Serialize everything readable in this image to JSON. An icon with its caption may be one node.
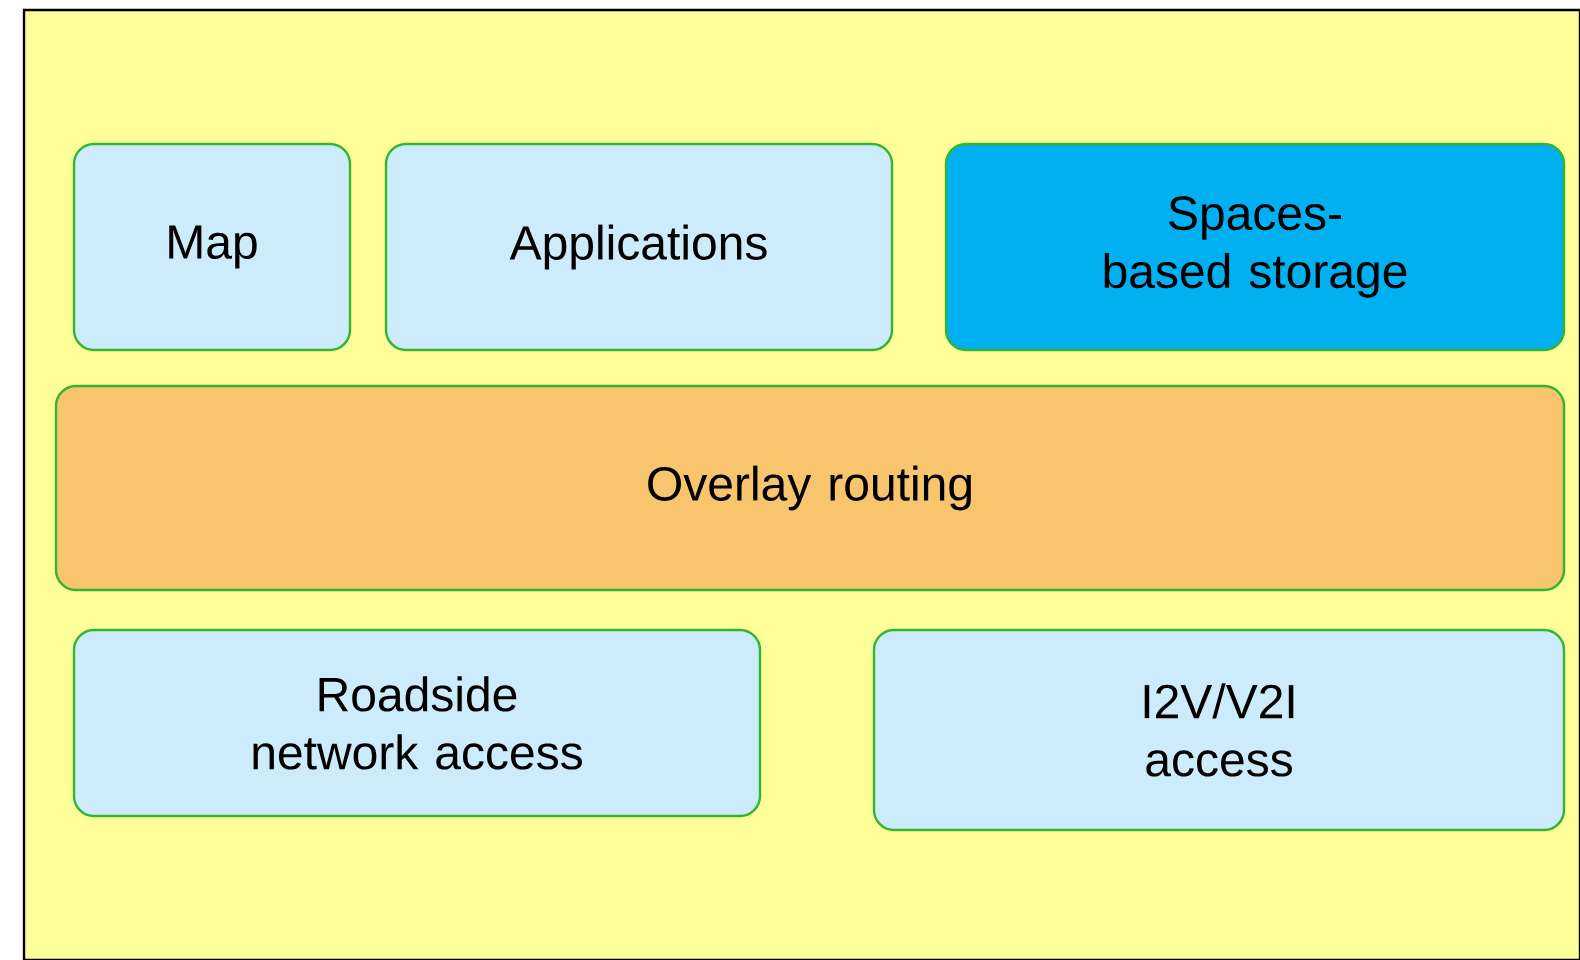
{
  "diagram": {
    "nodes": [
      {
        "text": [],
        "shape": "box"
      },
      {
        "text": [
          "Map"
        ],
        "in": 0
      },
      {
        "text": [
          "Applications"
        ],
        "in": 0
      },
      {
        "text": [
          "Spaces-based storage"
        ],
        "in": 0
      },
      {
        "text": [
          "Overlay routing"
        ],
        "in": 0
      },
      {
        "text": [
          "Roadside network access"
        ],
        "in": 0
      },
      {
        "text": [
          "I2V/V2I access"
        ],
        "in": 0
      }
    ]
  }
}
